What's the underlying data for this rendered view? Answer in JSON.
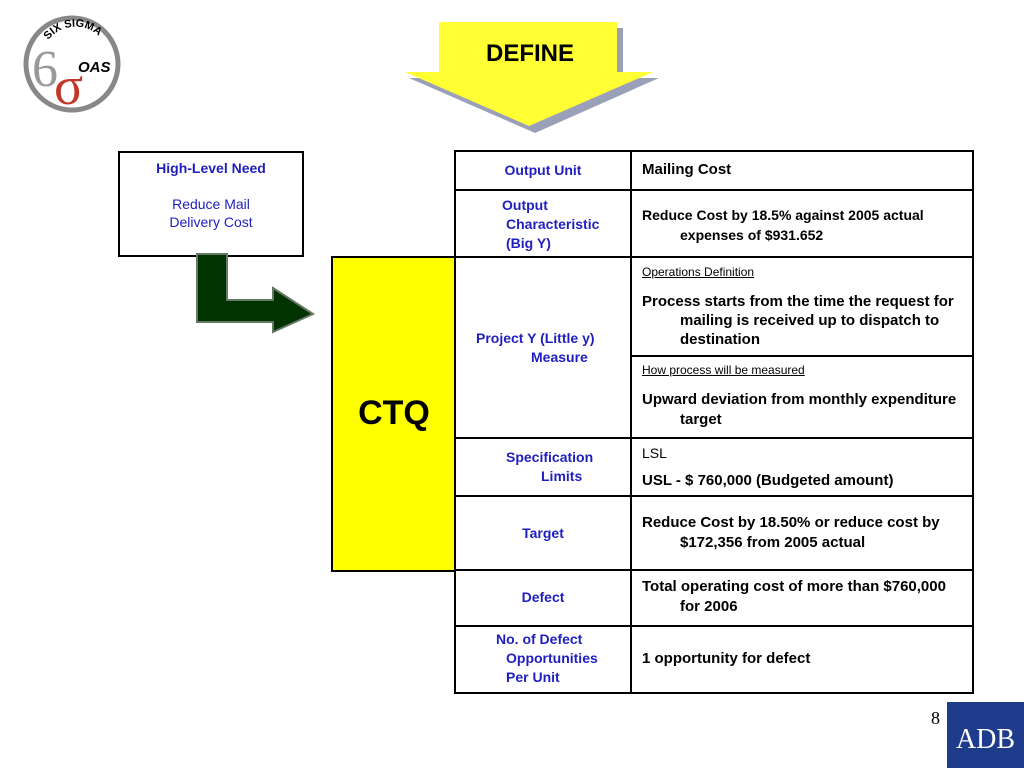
{
  "logo": {
    "top_text": "SIX SIGMA",
    "brand_text": "OAS"
  },
  "define": {
    "label": "DEFINE"
  },
  "need": {
    "title": "High-Level Need",
    "body_line1": "Reduce Mail",
    "body_line2": "Delivery Cost"
  },
  "ctq": {
    "label": "CTQ"
  },
  "rows": {
    "output_unit": {
      "label": "Output Unit",
      "value": "Mailing Cost"
    },
    "output_char": {
      "label_line1": "Output",
      "label_line2": "Characteristic",
      "label_line3": "(Big Y)",
      "value": "Reduce Cost by 18.5% against 2005 actual expenses of $931.652"
    },
    "project_y": {
      "label_line1": "Project Y  (Little y)",
      "label_line2": "Measure",
      "ops_heading": "Operations Definition",
      "ops_value": "Process starts from the time the request for mailing is received up to dispatch to destination",
      "how_heading": "How process will be measured",
      "how_value": "Upward deviation from monthly expenditure target"
    },
    "spec_limits": {
      "label_line1": "Specification",
      "label_line2": "Limits",
      "lsl": "LSL",
      "usl": "USL -  $ 760,000 (Budgeted amount)"
    },
    "target": {
      "label": "Target",
      "value": "Reduce Cost by 18.50% or reduce cost by $172,356 from 2005 actual"
    },
    "defect": {
      "label": "Defect",
      "value": "Total operating cost of more than $760,000 for 2006"
    },
    "opportunities": {
      "label_line1": "No. of Defect",
      "label_line2": "Opportunities",
      "label_line3": "Per Unit",
      "value": "1 opportunity for defect"
    }
  },
  "footer": {
    "page_number": "8",
    "brand": "ADB"
  },
  "colors": {
    "accent_yellow": "#ffff00",
    "label_blue": "#1f1fbf",
    "arrow_green": "#003300",
    "adb_blue": "#1f3b8c"
  }
}
